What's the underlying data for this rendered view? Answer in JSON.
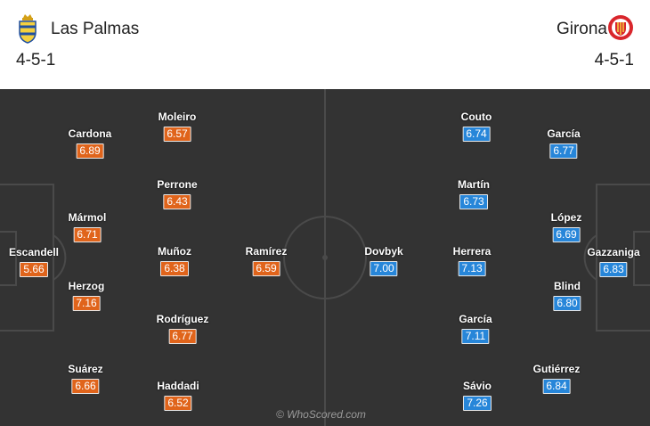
{
  "home": {
    "name": "Las Palmas",
    "formation": "4-5-1",
    "crest_icon": "las-palmas-crest",
    "color": "#e0641b",
    "players": [
      {
        "name": "Escandell",
        "rating": "5.66"
      },
      {
        "name": "Cardona",
        "rating": "6.89"
      },
      {
        "name": "Mármol",
        "rating": "6.71"
      },
      {
        "name": "Herzog",
        "rating": "7.16"
      },
      {
        "name": "Suárez",
        "rating": "6.66"
      },
      {
        "name": "Moleiro",
        "rating": "6.57"
      },
      {
        "name": "Perrone",
        "rating": "6.43"
      },
      {
        "name": "Muñoz",
        "rating": "6.38"
      },
      {
        "name": "Rodríguez",
        "rating": "6.77"
      },
      {
        "name": "Haddadi",
        "rating": "6.52"
      },
      {
        "name": "Ramírez",
        "rating": "6.59"
      }
    ]
  },
  "away": {
    "name": "Girona",
    "formation": "4-5-1",
    "crest_icon": "girona-crest",
    "color": "#2786d9",
    "players": [
      {
        "name": "Dovbyk",
        "rating": "7.00"
      },
      {
        "name": "Couto",
        "rating": "6.74"
      },
      {
        "name": "Martín",
        "rating": "6.73"
      },
      {
        "name": "Herrera",
        "rating": "7.13"
      },
      {
        "name": "García",
        "rating": "7.11"
      },
      {
        "name": "Sávio",
        "rating": "7.26"
      },
      {
        "name": "García",
        "rating": "6.77"
      },
      {
        "name": "López",
        "rating": "6.69"
      },
      {
        "name": "Blind",
        "rating": "6.80"
      },
      {
        "name": "Gutiérrez",
        "rating": "6.84"
      },
      {
        "name": "Gazzaniga",
        "rating": "6.83"
      }
    ]
  },
  "pitch_color": "#333333",
  "watermark": "© WhoScored.com"
}
